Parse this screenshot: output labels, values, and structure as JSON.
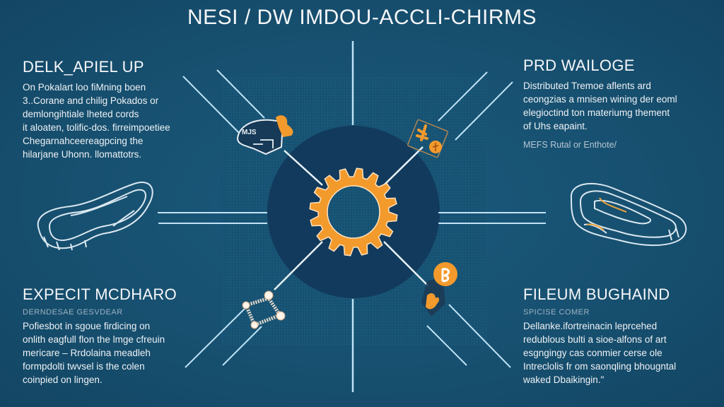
{
  "title": "NESI / DW IMDOU-ACCLI-CHIRMS",
  "colors": {
    "background": "#17506f",
    "hub_circle": "#123a5c",
    "gear": "#f39a2c",
    "connector": "#bfe3f5",
    "text": "#f2f5f8"
  },
  "panels": {
    "top_left": {
      "heading": "DELK_APIEL UP",
      "body": [
        "On Pokalart loo fiMning boen",
        "3..Corane and chilig Pokados or",
        "demlongihtiale lheted cords",
        "it aloaten, tolific-dos. firreimpoetiee",
        "Chegarnahceereagpcing the",
        "hilarjane Uhonn. llomattotrs."
      ]
    },
    "top_right": {
      "heading": "PRD WAILOGE",
      "body": [
        "Distributed Tremoe aflents ard",
        "ceongzias a mnisen wining der eoml",
        "elegioctind ton materiumg thement",
        "of Uhs eapaint."
      ],
      "note": "MEFS Rutal or Enthote/"
    },
    "bottom_left": {
      "heading": "EXPECIT MCDHARO",
      "subheading": "DERNDESAE GESVDEAR",
      "body": [
        "Pofiesbot in sgoue firdicing on",
        "onlith eagfull flon the lmge cfreuin",
        "mericare – Rrdolaina meadleh",
        "formpdolti twvsel is the colen",
        "coinpied on lingen."
      ]
    },
    "bottom_right": {
      "heading": "FILEUM BUGHAIND",
      "subheading": "SPICISE COMER",
      "body": [
        "Dellanke.ifortreinacin leprcehed",
        "redublous bulti a sioe-alfons of art",
        "esgngingy cas conmier cerse ole",
        "Intreclolis fr om saonqling bhougntal",
        "waked Dbaikingin.\""
      ]
    }
  },
  "icons": {
    "hub": "gear-icon",
    "top_left": "helmet-icon",
    "top_right": "currency-card-icon",
    "bottom_left": "node-network-icon",
    "bottom_right": "shield-coin-icon",
    "left_mid": "insole-outline-icon",
    "right_mid": "insole-outline-icon"
  },
  "helmet_badge_text": "MJS"
}
